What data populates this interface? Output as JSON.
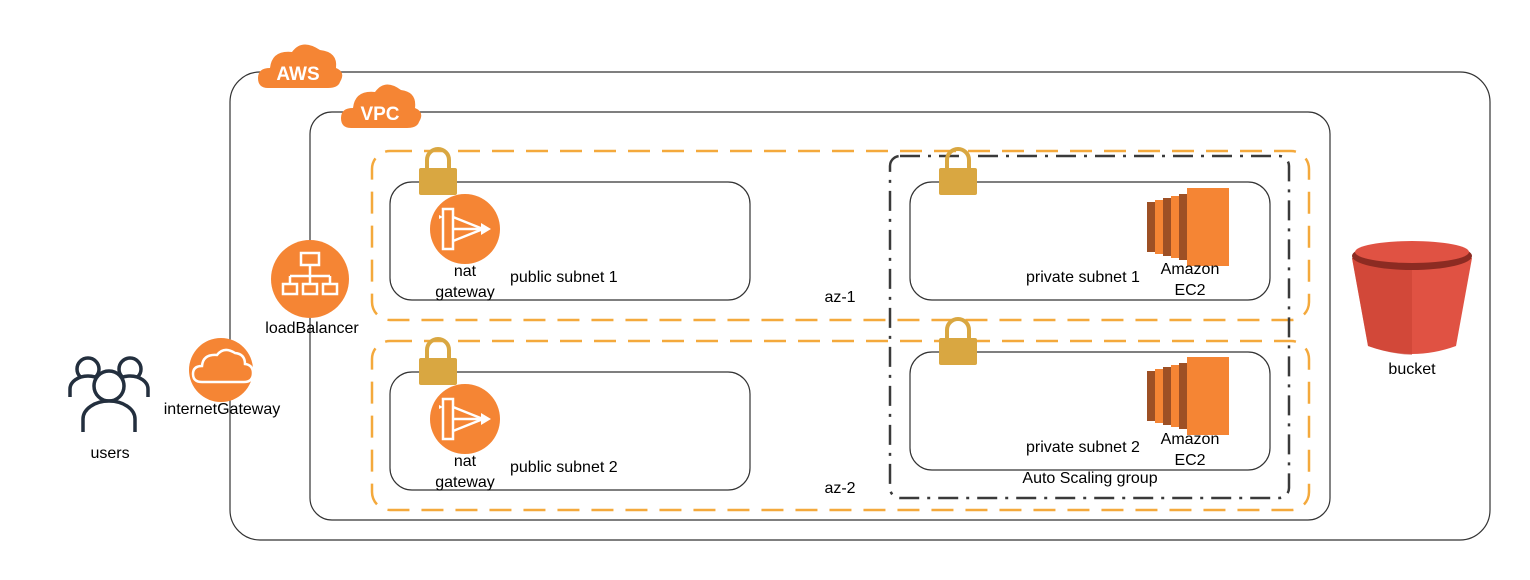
{
  "colors": {
    "aws_orange": "#F58534",
    "lock_gold": "#D9A741",
    "az_dash": "#F4A93C",
    "asg_dash": "#3A3A3A",
    "bucket_red": "#E05243",
    "icon_dark": "#232F3E"
  },
  "badges": {
    "aws": "AWS",
    "vpc": "VPC"
  },
  "users": {
    "label": "users",
    "icon": "users-icon"
  },
  "internet_gateway": {
    "label": "internetGateway",
    "icon": "cloud-icon"
  },
  "load_balancer": {
    "label": "loadBalancer",
    "icon": "load-balancer-icon"
  },
  "azs": [
    {
      "label": "az-1"
    },
    {
      "label": "az-2"
    }
  ],
  "public_subnets": [
    {
      "label": "public subnet 1",
      "nat_line1": "nat",
      "nat_line2": "gateway"
    },
    {
      "label": "public subnet 2",
      "nat_line1": "nat",
      "nat_line2": "gateway"
    }
  ],
  "private_subnets": [
    {
      "label": "private subnet 1",
      "ec2_line1": "Amazon",
      "ec2_line2": "EC2"
    },
    {
      "label": "private subnet 2",
      "ec2_line1": "Amazon",
      "ec2_line2": "EC2"
    }
  ],
  "asg": {
    "label": "Auto Scaling group"
  },
  "bucket": {
    "label": "bucket",
    "icon": "s3-bucket-icon"
  }
}
